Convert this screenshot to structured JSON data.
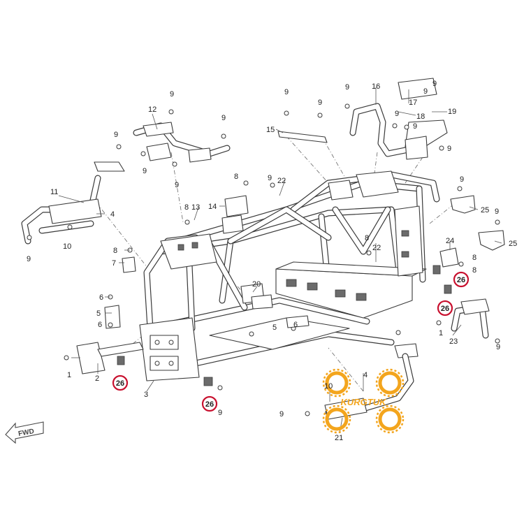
{
  "diagram": {
    "callout_labels": [
      "1",
      "2",
      "3",
      "4",
      "5",
      "6",
      "7",
      "8",
      "9",
      "10",
      "11",
      "12",
      "13",
      "14",
      "15",
      "16",
      "17",
      "18",
      "19",
      "20",
      "21",
      "22",
      "23",
      "24",
      "25"
    ],
    "highlighted_part": "26",
    "direction_label": "FWD",
    "watermark": {
      "brand": "KURGTUK",
      "color": "#f3a51d"
    },
    "highlight_color": "#c8102e",
    "line_color": "#3a3a3a"
  }
}
